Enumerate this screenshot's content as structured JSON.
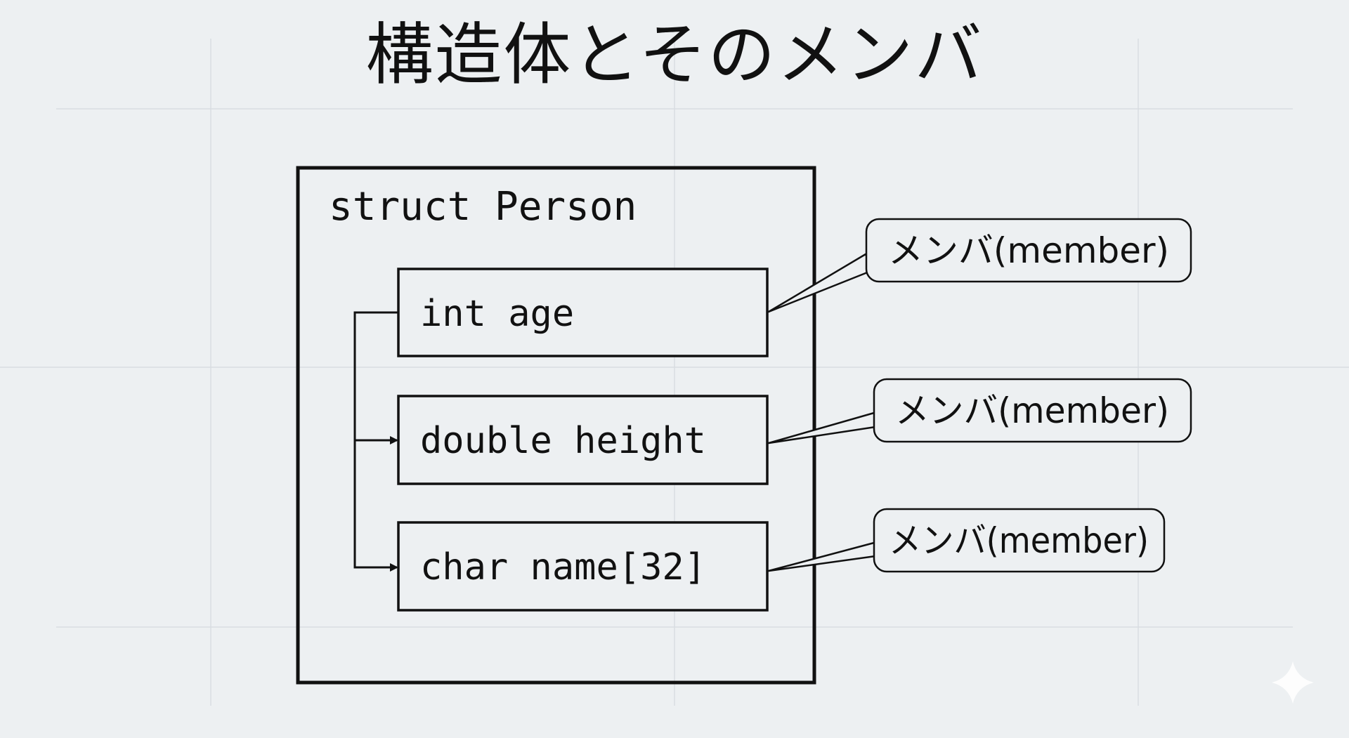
{
  "title": "構造体とそのメンバ",
  "struct": {
    "label": "struct Person",
    "members": [
      {
        "text": "int age",
        "callout": "メンバ(member)"
      },
      {
        "text": "double height",
        "callout": "メンバ(member)"
      },
      {
        "text": "char name[32]",
        "callout": "メンバ(member)"
      }
    ]
  },
  "colors": {
    "background": "#edf0f2",
    "grid": "#d9dde1",
    "ink": "#111111",
    "box_fill": "#edf0f2",
    "watermark": "#ffffff"
  },
  "icons": {
    "watermark": "sparkle-icon"
  }
}
